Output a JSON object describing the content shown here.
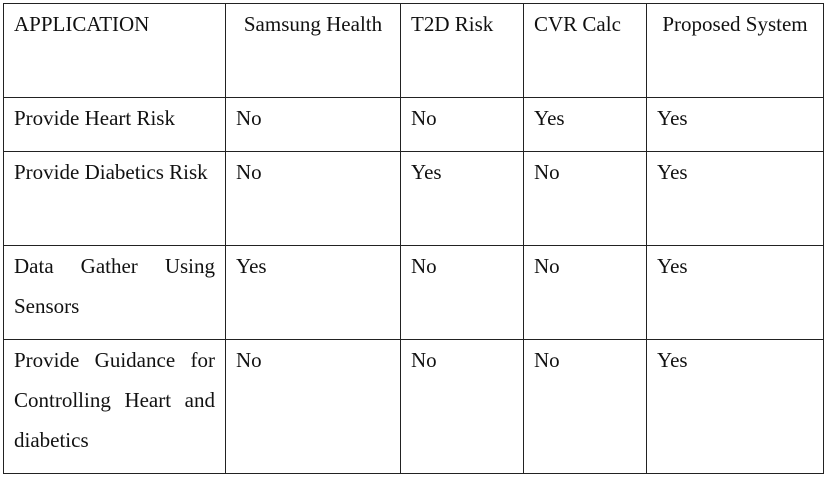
{
  "table": {
    "headers": [
      "APPLICATION",
      "Samsung Health",
      "T2D Risk",
      "CVR Calc",
      "Proposed System"
    ],
    "rows": [
      [
        "Provide Heart Risk",
        "No",
        "No",
        "Yes",
        "Yes"
      ],
      [
        "Provide Diabetics Risk",
        "No",
        "Yes",
        "No",
        "Yes"
      ],
      [
        "Data Gather Using Sensors",
        "Yes",
        "No",
        "No",
        "Yes"
      ],
      [
        "Provide Guidance for Controlling Heart and diabetics",
        "No",
        "No",
        "No",
        "Yes"
      ]
    ]
  }
}
